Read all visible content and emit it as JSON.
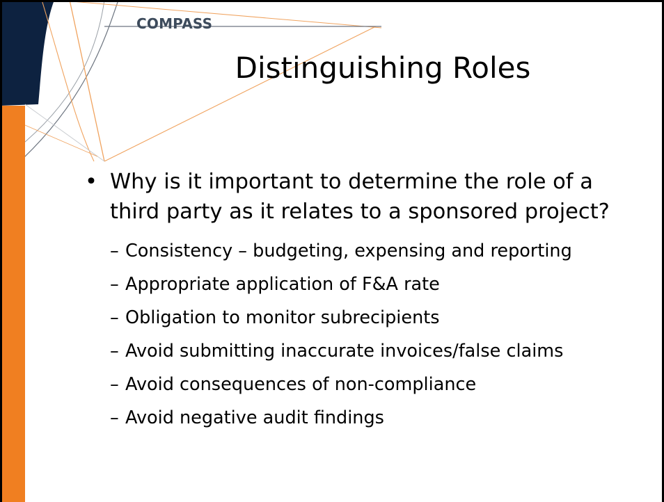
{
  "slide": {
    "logo_text": "COMPASS",
    "title": "Distinguishing Roles",
    "main_bullet": {
      "marker": "•",
      "text": "Why is it important to determine the role of a third party as it relates to a sponsored project?"
    },
    "sub_marker": "–",
    "sub_bullets": [
      "Consistency – budgeting, expensing and reporting",
      "Appropriate application of F&A rate",
      "Obligation to monitor subrecipients",
      "Avoid submitting inaccurate invoices/false claims",
      "Avoid consequences of non-compliance",
      "Avoid negative audit findings"
    ]
  },
  "colors": {
    "navy": "#0d2240",
    "orange": "#f07f21",
    "logo_text": "#3d4b5c",
    "line_gray": "#8a8f96"
  },
  "decorations": [
    "compass-arc-logo"
  ]
}
